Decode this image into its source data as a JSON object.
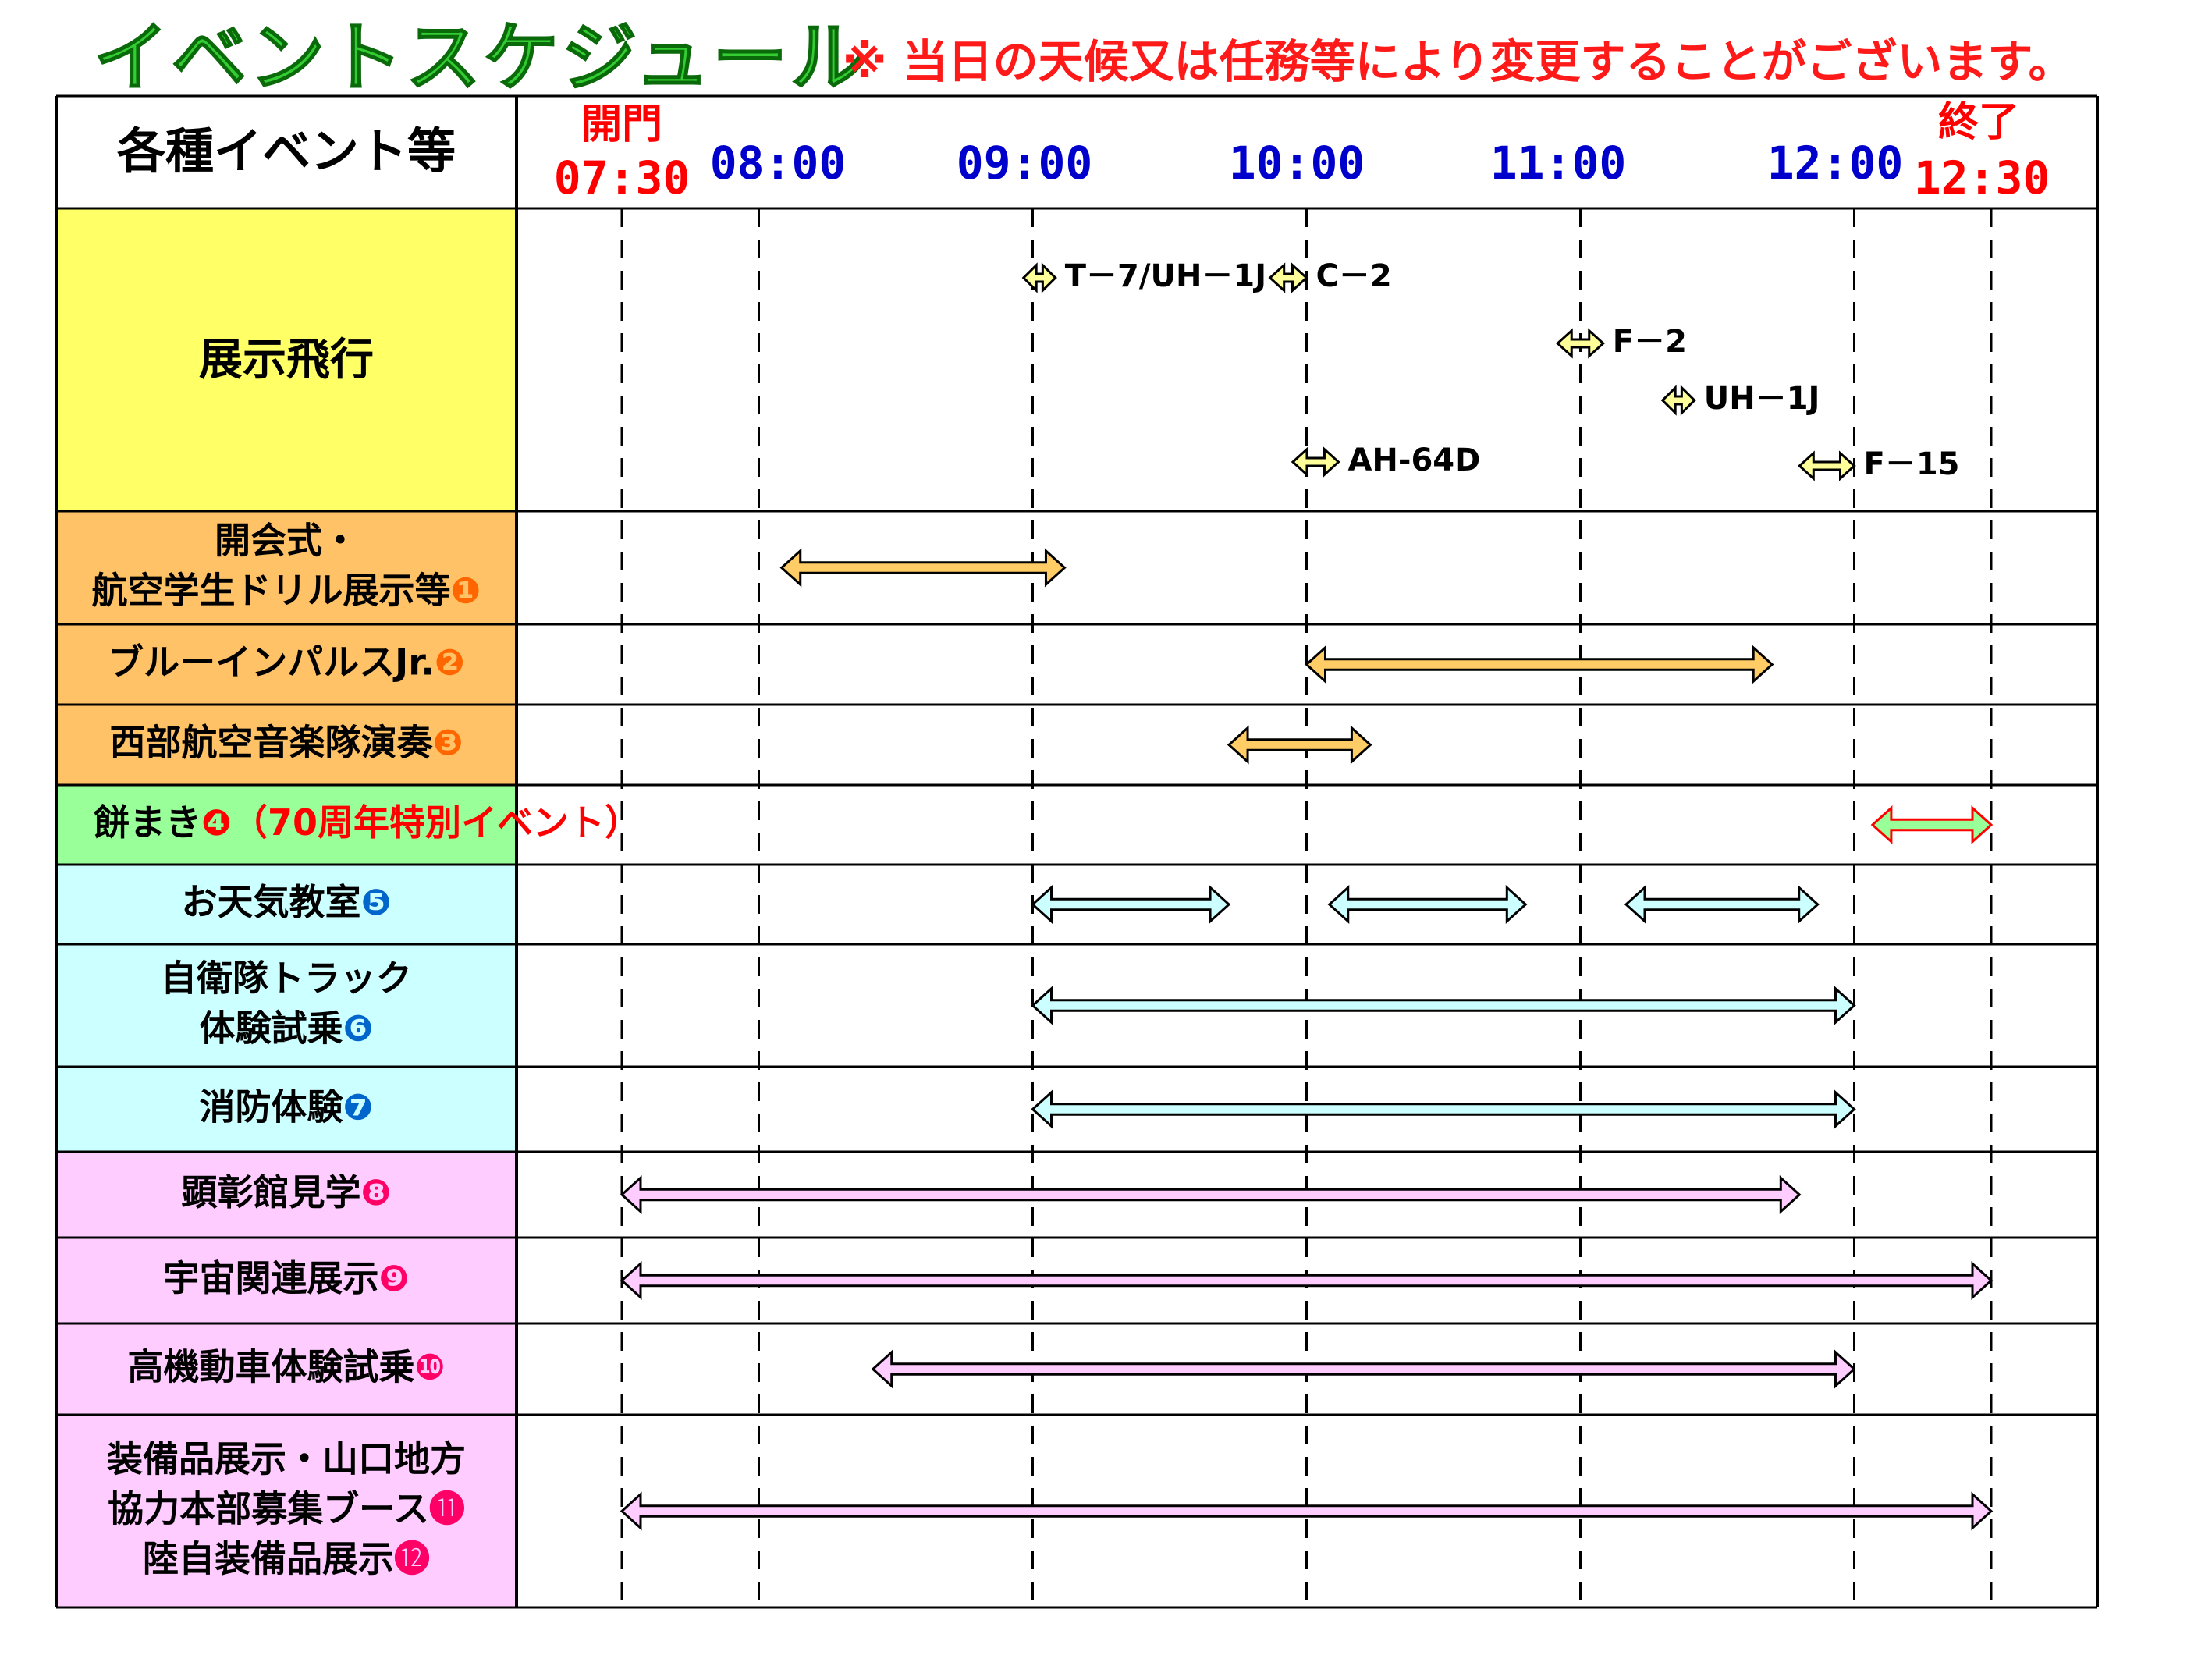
{
  "title": "イベントスケジュール",
  "notice": "※  当日の天候又は任務等により変更することがございます。",
  "header": {
    "column_label": "各種イベント等",
    "open_label": "開門",
    "open_time": "07:30",
    "end_label": "終了",
    "end_time": "12:30",
    "hour_labels": [
      "08:00",
      "09:00",
      "10:00",
      "11:00",
      "12:00"
    ]
  },
  "colors": {
    "flight_bg": "#ffff66",
    "orange_bg": "#ffc266",
    "green_bg": "#99ff99",
    "cyan_bg": "#ccffff",
    "pink_bg": "#ffccff",
    "time_blue": "#0000cc",
    "time_red": "#ff0000",
    "arrow_yellow": "#ffff99",
    "arrow_orange": "#ffcc66",
    "arrow_green": "#99ff99",
    "arrow_red_outline": "#ff0000",
    "arrow_cyan": "#ccffff",
    "arrow_pink": "#ffccff"
  },
  "flights": {
    "label": "展示飛行",
    "items": [
      {
        "name": "T－7/UH－1J",
        "start": "08:58",
        "end": "09:05"
      },
      {
        "name": "F－2",
        "start": "10:55",
        "end": "11:05"
      },
      {
        "name": "UH－1J",
        "start": "11:18",
        "end": "11:25"
      },
      {
        "name": "AH-64D",
        "start": "09:57",
        "end": "10:07"
      },
      {
        "name": "C－2",
        "start": "09:52",
        "end": "10:00"
      },
      {
        "name": "F－15",
        "start": "11:48",
        "end": "12:00"
      }
    ]
  },
  "rows": [
    {
      "label": "開会式・\n航空学生ドリル展示等",
      "num": "❶",
      "num_color": "#ff6600",
      "bg": "orange",
      "arrow": "orange",
      "ranges": [
        [
          "08:05",
          "09:07"
        ]
      ]
    },
    {
      "label": "ブルーインパルスJr.",
      "num": "❷",
      "num_color": "#ff6600",
      "bg": "orange",
      "arrow": "orange",
      "ranges": [
        [
          "10:00",
          "11:42"
        ]
      ]
    },
    {
      "label": "西部航空音楽隊演奏",
      "num": "❸",
      "num_color": "#ff6600",
      "bg": "orange",
      "arrow": "orange",
      "ranges": [
        [
          "09:43",
          "10:14"
        ]
      ]
    },
    {
      "label": "餅まき",
      "num": "❹",
      "num_color": "#ff0000",
      "extra": "（70周年特別イベント）",
      "bg": "green",
      "arrow": "green",
      "ranges": [
        [
          "12:04",
          "12:30"
        ]
      ]
    },
    {
      "label": "お天気教室",
      "num": "❺",
      "num_color": "#0066cc",
      "bg": "cyan",
      "arrow": "cyan",
      "ranges": [
        [
          "09:00",
          "09:43"
        ],
        [
          "10:05",
          "10:48"
        ],
        [
          "11:10",
          "11:52"
        ]
      ]
    },
    {
      "label": "自衛隊トラック\n体験試乗",
      "num": "❻",
      "num_color": "#0066cc",
      "bg": "cyan",
      "arrow": "cyan",
      "ranges": [
        [
          "09:00",
          "12:00"
        ]
      ]
    },
    {
      "label": "消防体験",
      "num": "❼",
      "num_color": "#0066cc",
      "bg": "cyan",
      "arrow": "cyan",
      "ranges": [
        [
          "09:00",
          "12:00"
        ]
      ]
    },
    {
      "label": "顕彰館見学",
      "num": "❽",
      "num_color": "#ff0066",
      "bg": "pink",
      "arrow": "pink",
      "ranges": [
        [
          "07:30",
          "11:48"
        ]
      ]
    },
    {
      "label": "宇宙関連展示",
      "num": "❾",
      "num_color": "#ff0066",
      "bg": "pink",
      "arrow": "pink",
      "ranges": [
        [
          "07:30",
          "12:30"
        ]
      ]
    },
    {
      "label": "高機動車体験試乗",
      "num": "❿",
      "num_color": "#ff0066",
      "bg": "pink",
      "arrow": "pink",
      "ranges": [
        [
          "08:25",
          "12:00"
        ]
      ]
    },
    {
      "label": "装備品展示・山口地方\n協力本部募集ブース\n陸自装備品展示",
      "num_lines": [
        "",
        "⓫",
        "⓬"
      ],
      "num_color": "#ff0066",
      "bg": "pink",
      "arrow": "pink",
      "ranges": [
        [
          "07:30",
          "12:30"
        ]
      ]
    }
  ]
}
